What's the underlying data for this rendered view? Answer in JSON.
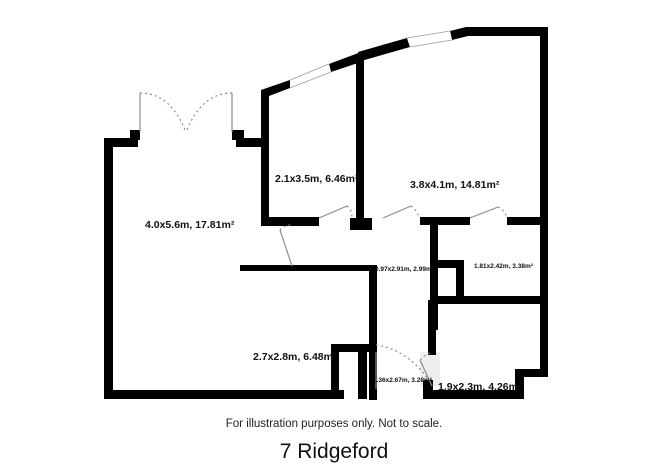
{
  "property": {
    "title": "7 Ridgeford",
    "disclaimer": "For illustration purposes only. Not to scale."
  },
  "rooms": [
    {
      "id": "living-room",
      "label": "4.0x5.6m, 17.81m²"
    },
    {
      "id": "bedroom-small",
      "label": "2.1x3.5m, 6.46m²"
    },
    {
      "id": "bedroom-large",
      "label": "3.8x4.1m, 14.81m²"
    },
    {
      "id": "hallway",
      "label": "0.97x2.91m, 2.99m²"
    },
    {
      "id": "bathroom",
      "label": "1.81x2.42m, 3.38m²"
    },
    {
      "id": "kitchen",
      "label": "2.7x2.8m, 6.48m²"
    },
    {
      "id": "entrance",
      "label": "1.36x2.67m, 3.28m²"
    },
    {
      "id": "utility",
      "label": "1.9x2.3m, 4.26m²"
    }
  ],
  "colors": {
    "wall": "#000000",
    "door": "#8c8c8c",
    "background": "#ffffff"
  }
}
